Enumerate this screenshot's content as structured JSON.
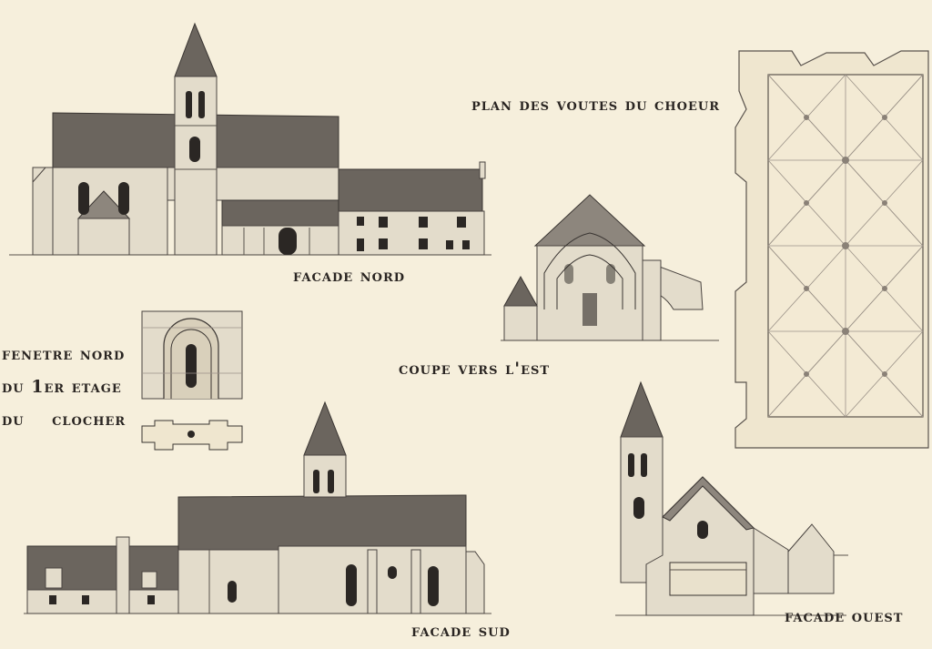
{
  "labels": {
    "plan": "plan des voutes du choeur",
    "facade_nord": "facade nord",
    "fenetre_line1": "fenetre nord",
    "fenetre_line2": "du 1er etage",
    "fenetre_line3": "du    clocher",
    "coupe": "coupe vers l'est",
    "facade_sud": "facade sud",
    "facade_ouest": "facade ouest"
  }
}
